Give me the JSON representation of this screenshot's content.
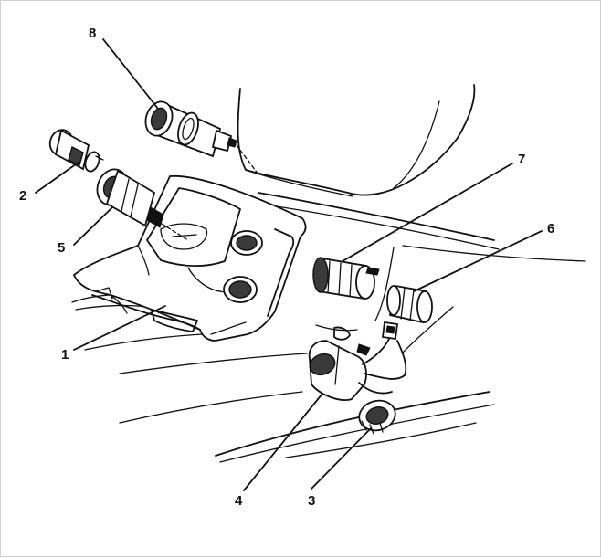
{
  "callouts": {
    "c1": "1",
    "c2": "2",
    "c3": "3",
    "c4": "4",
    "c5": "5",
    "c6": "6",
    "c7": "7",
    "c8": "8"
  },
  "colors": {
    "ink": "#111111",
    "background": "#ffffff",
    "frame": "#cfcfcf"
  }
}
